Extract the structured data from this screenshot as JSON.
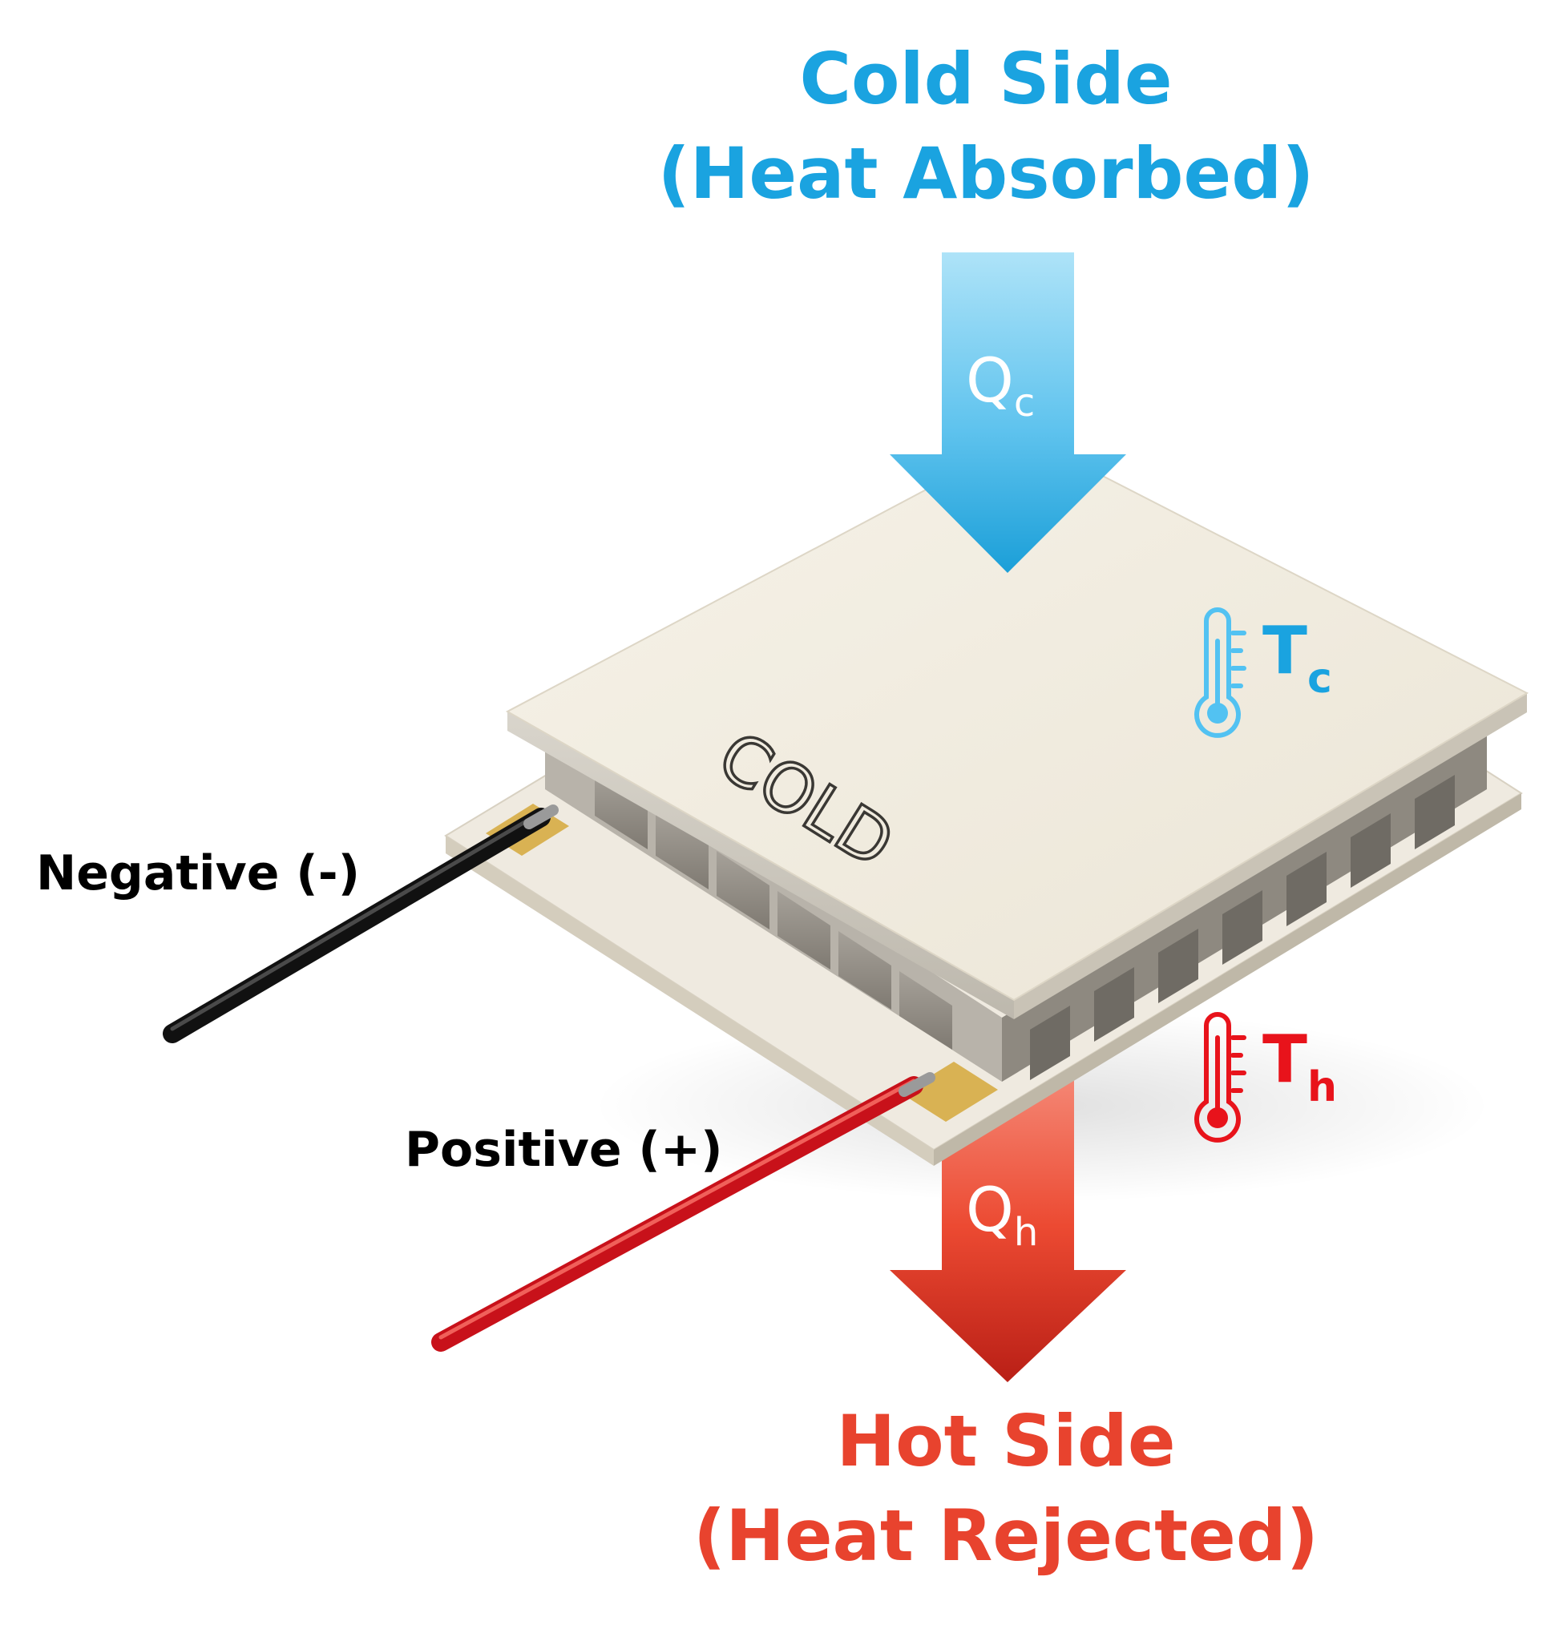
{
  "cold_side": {
    "title_line1": "Cold Side",
    "title_line2": "(Heat Absorbed)",
    "heat_symbol": "Q",
    "heat_subscript": "c",
    "temp_symbol": "T",
    "temp_subscript": "c",
    "color": "#1aa3e0"
  },
  "hot_side": {
    "title_line1": "Hot Side",
    "title_line2": "(Heat Rejected)",
    "heat_symbol": "Q",
    "heat_subscript": "h",
    "temp_symbol": "T",
    "temp_subscript": "h",
    "color": "#e8432e"
  },
  "module": {
    "plate_text": "COLD"
  },
  "wires": {
    "negative_label": "Negative (-)",
    "positive_label": "Positive (+)",
    "negative_color": "#1e1e1e",
    "positive_color": "#d81818"
  },
  "icons": {
    "cold_thermometer": "thermometer-icon",
    "hot_thermometer": "thermometer-icon"
  }
}
